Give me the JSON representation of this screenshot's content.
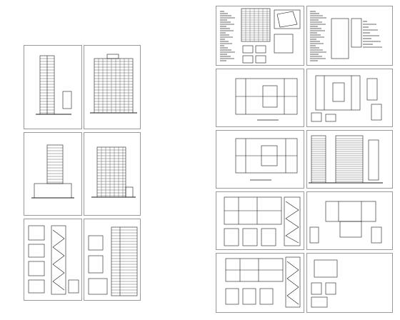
{
  "image": {
    "description_free": true,
    "left_sheets": [
      {
        "id": "L1",
        "kind": "tower-elevation-narrow"
      },
      {
        "id": "L2",
        "kind": "tower-elevation-wide"
      },
      {
        "id": "L3",
        "kind": "tower-elevation-podium"
      },
      {
        "id": "L4",
        "kind": "tower-elevation-full"
      },
      {
        "id": "L5",
        "kind": "details-stairs"
      },
      {
        "id": "L6",
        "kind": "section-details"
      }
    ],
    "right_sheets": [
      {
        "id": "R1",
        "kind": "notes-table"
      },
      {
        "id": "R2",
        "kind": "notes-text"
      },
      {
        "id": "R3",
        "kind": "floor-plan"
      },
      {
        "id": "R4",
        "kind": "floor-plan"
      },
      {
        "id": "R5",
        "kind": "floor-plan"
      },
      {
        "id": "R6",
        "kind": "tower-elevation"
      },
      {
        "id": "R7",
        "kind": "plan-and-stair"
      },
      {
        "id": "R8",
        "kind": "floor-plan"
      },
      {
        "id": "R9",
        "kind": "plan-and-stair"
      },
      {
        "id": "R10",
        "kind": "floor-plan"
      }
    ]
  },
  "colors": {
    "line": "#1a1a1a",
    "sheet_border": "#9a9a9a",
    "hatch": "#3c3c3c",
    "background": "#ffffff"
  }
}
